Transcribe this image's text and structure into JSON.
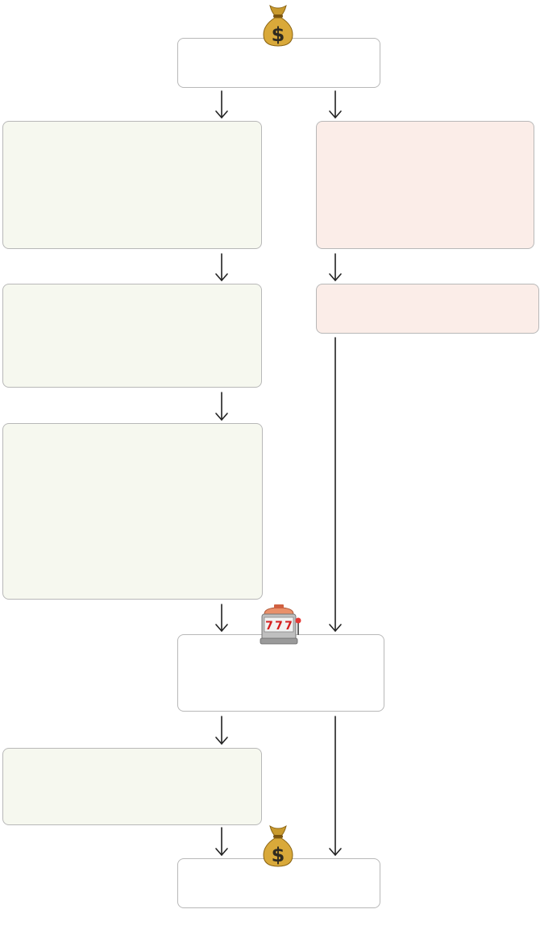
{
  "diagram": {
    "type": "flowchart",
    "nodes": [
      {
        "id": "start",
        "label": "",
        "icon": "money-bag-icon",
        "fill": "#ffffff"
      },
      {
        "id": "left-1",
        "label": "",
        "fill": "#f6f8ef"
      },
      {
        "id": "right-1",
        "label": "",
        "fill": "#fbede8"
      },
      {
        "id": "left-2",
        "label": "",
        "fill": "#f6f8ef"
      },
      {
        "id": "right-2",
        "label": "",
        "fill": "#fbede8"
      },
      {
        "id": "left-3",
        "label": "",
        "fill": "#f6f8ef"
      },
      {
        "id": "middle",
        "label": "",
        "icon": "slot-machine-icon",
        "fill": "#ffffff"
      },
      {
        "id": "left-4",
        "label": "",
        "fill": "#f6f8ef"
      },
      {
        "id": "end",
        "label": "",
        "icon": "money-bag-icon",
        "fill": "#ffffff"
      }
    ],
    "edges": [
      [
        "start",
        "left-1"
      ],
      [
        "start",
        "right-1"
      ],
      [
        "left-1",
        "left-2"
      ],
      [
        "right-1",
        "right-2"
      ],
      [
        "left-2",
        "left-3"
      ],
      [
        "left-3",
        "middle"
      ],
      [
        "right-2",
        "middle"
      ],
      [
        "middle",
        "left-4"
      ],
      [
        "middle",
        "end"
      ],
      [
        "left-4",
        "end"
      ]
    ]
  },
  "colors": {
    "neutral_fill": "#ffffff",
    "positive_fill": "#f6f8ef",
    "negative_fill": "#fbede8",
    "border": "#b8b8b8",
    "arrow": "#222222"
  }
}
